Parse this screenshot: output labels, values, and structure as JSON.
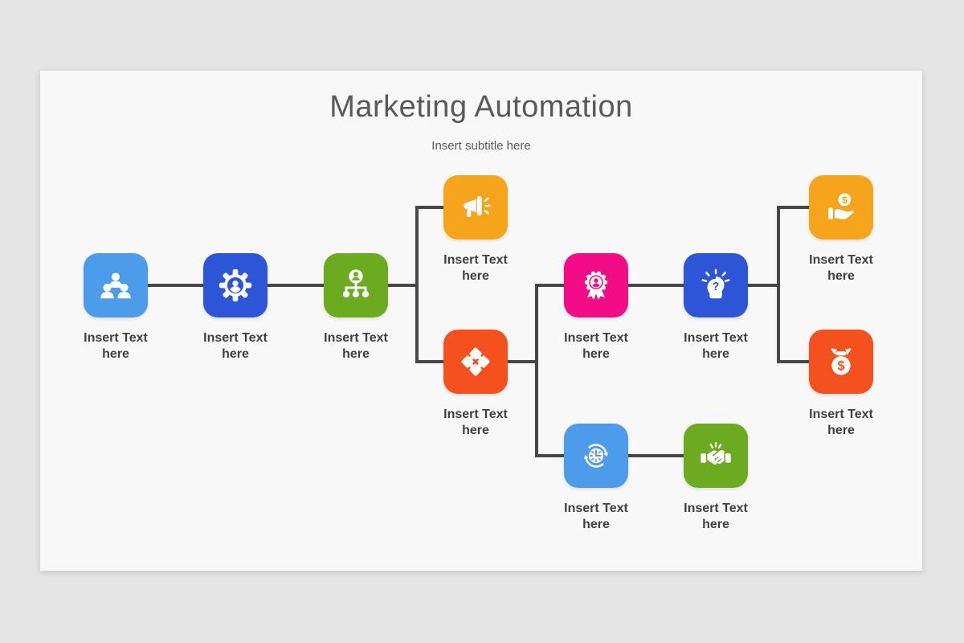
{
  "slide": {
    "title": "Marketing Automation",
    "subtitle": "Insert subtitle here"
  },
  "colors": {
    "page_bg": "#e6e5e5",
    "slide_bg": "#f8f8f8",
    "line": "#474747",
    "title_text": "#595959",
    "label_text": "#3f3f3f",
    "light_blue": "#4d9ceb",
    "royal_blue": "#2d55d8",
    "green": "#6caa1f",
    "amber": "#f6a41c",
    "orange": "#f4511e",
    "pink": "#f20d87"
  },
  "nodes": [
    {
      "id": "team",
      "icon": "team-icon",
      "label": "Insert Text here",
      "color": "#4d9ceb"
    },
    {
      "id": "user-gear",
      "icon": "user-gear-icon",
      "label": "Insert Text here",
      "color": "#2d55d8"
    },
    {
      "id": "hierarchy",
      "icon": "hierarchy-icon",
      "label": "Insert Text here",
      "color": "#6caa1f"
    },
    {
      "id": "megaphone",
      "icon": "megaphone-icon",
      "label": "Insert Text here",
      "color": "#f6a41c"
    },
    {
      "id": "puzzle",
      "icon": "puzzle-icon",
      "label": "Insert Text here",
      "color": "#f4511e"
    },
    {
      "id": "award-user",
      "icon": "award-user-icon",
      "label": "Insert Text here",
      "color": "#f20d87"
    },
    {
      "id": "thinking-head",
      "icon": "thinking-head-icon",
      "label": "Insert Text here",
      "color": "#2d55d8"
    },
    {
      "id": "hand-coin",
      "icon": "hand-coin-icon",
      "label": "Insert Text here",
      "color": "#f6a41c"
    },
    {
      "id": "money-bag",
      "icon": "money-bag-icon",
      "label": "Insert Text here",
      "color": "#f4511e"
    },
    {
      "id": "clock-refresh",
      "icon": "clock-refresh-icon",
      "label": "Insert Text here",
      "color": "#4d9ceb"
    },
    {
      "id": "handshake",
      "icon": "handshake-icon",
      "label": "Insert Text here",
      "color": "#6caa1f"
    }
  ]
}
